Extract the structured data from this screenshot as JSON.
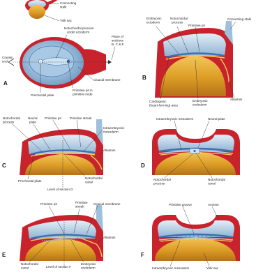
{
  "colors": {
    "wall": "#c8232c",
    "wall_light": "#e06a6a",
    "amnion": "#9fc0db",
    "amnion_light": "#cde0ee",
    "yolk": "#d99a22",
    "yolk_light": "#f0c45c",
    "ectoderm": "#3a6fb0",
    "endoderm": "#f2cf55",
    "mesoderm": "#b6d0e8"
  },
  "panel_a": {
    "letter": "A",
    "connecting_stalk": "Connecting\nstalk",
    "yolk_sac": "Yolk sac",
    "notochordal_process": "Notochordal process\nunder ectoderm",
    "plane_of_sections": "Plane of\nsections\nB, C & E",
    "cranial_end": "Cranial\nend",
    "cloacal_membrane": "Cloacal membrane",
    "prechordal_plate": "Prechordal plate",
    "primitive_pit": "Primitive pit in\nprimitive node"
  },
  "panel_b": {
    "letter": "B",
    "embryonic_ectoderm": "Embryonic\nectoderm",
    "notochordal_process": "Notochordal\nprocess",
    "primitive_pit": "Primitive pit",
    "connecting_stalk": "Connecting stalk",
    "cardiogenic_area": "Cardiogenic\n(heart-forming) area",
    "embryonic_endoderm": "Embryonic\nendoderm",
    "allantois": "Allantois"
  },
  "panel_c": {
    "letter": "C",
    "notochordal_process": "Notochordal\nprocess",
    "neural_plate": "Neural\nplate",
    "primitive_pit": "Primitive pit",
    "primitive_streak": "Primitive streak",
    "intraembryonic_mesoderm": "Intraembryonic\nmesoderm",
    "allantois": "Allantois",
    "prechordal_plate": "Prechordal plate",
    "notochordal_canal": "Notochordal\ncanal",
    "level_of_section": "Level of section D"
  },
  "panel_d": {
    "letter": "D",
    "intraembryonic_mesoderm": "Intraembryonic mesoderm",
    "neural_plate": "Neural plate",
    "notochordal_process": "Notochordal\nprocess",
    "notochordal_canal": "Notochordal\ncanal"
  },
  "panel_e": {
    "letter": "E",
    "primitive_pit": "Primitive pit",
    "primitive_streak": "Primitive\nstreak",
    "cloacal_membrane": "Cloacal membrane",
    "allantois": "Allantois",
    "notochordal_canal": "Notochordal\ncanal",
    "level_of_section": "Level of section F",
    "embryonic_endoderm": "Embryonic\nendoderm"
  },
  "panel_f": {
    "letter": "F",
    "primitive_groove": "Primitive groove",
    "amnion": "Amnion",
    "intraembryonic_mesoderm": "Intraembryonic mesoderm",
    "yolk_sac": "Yolk sac"
  }
}
